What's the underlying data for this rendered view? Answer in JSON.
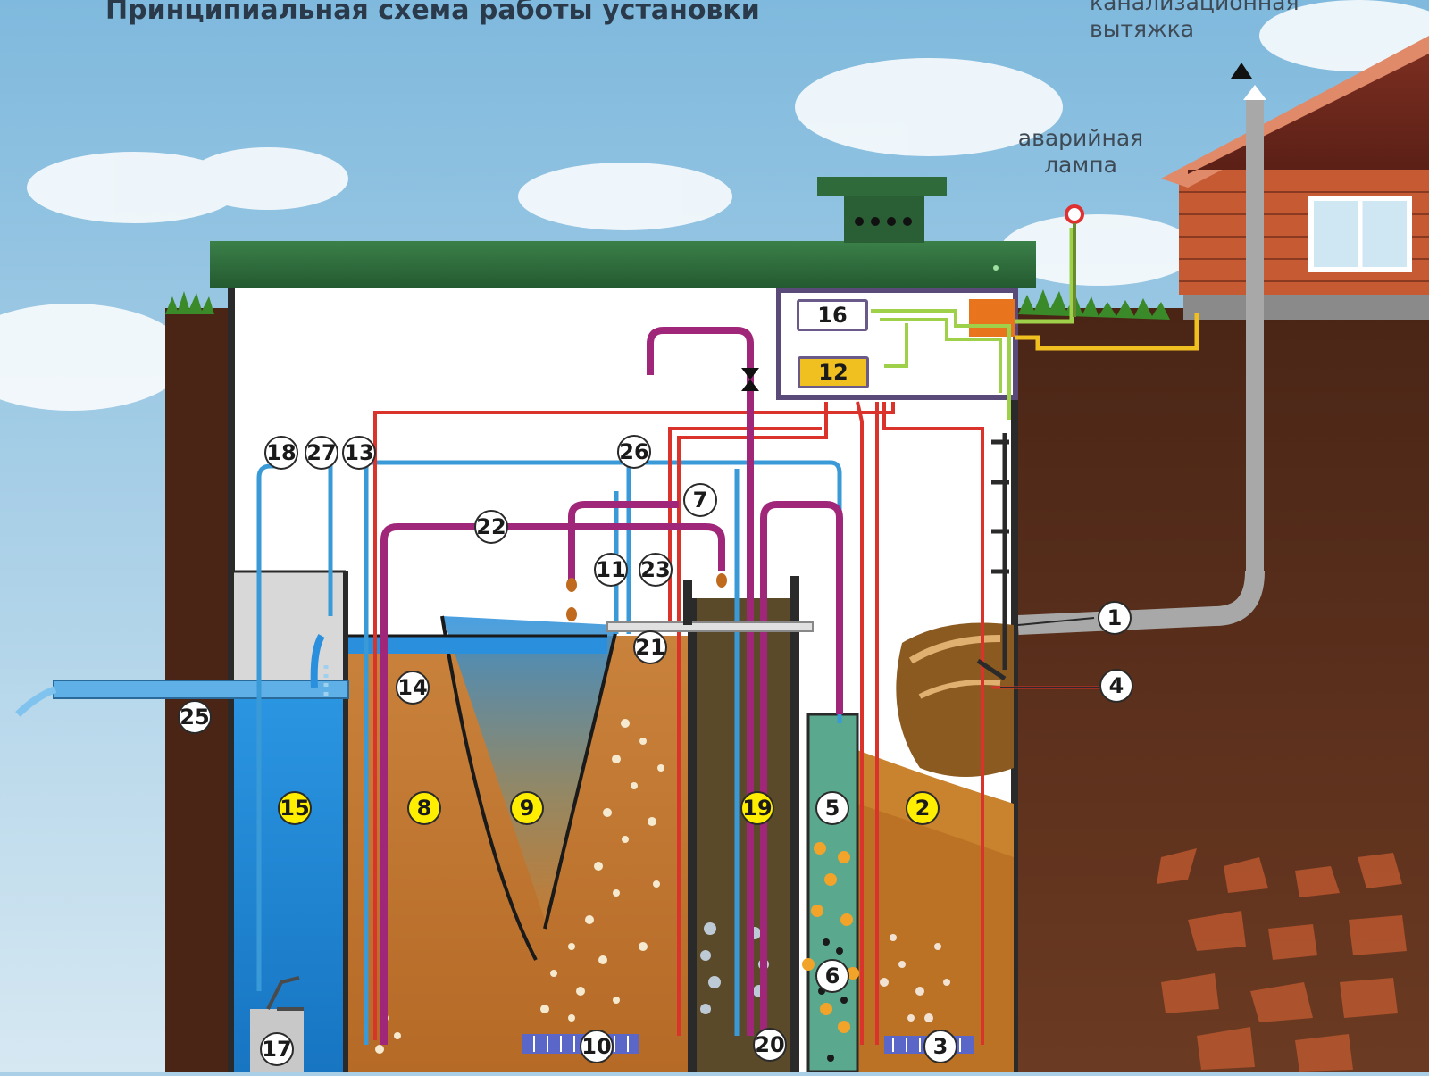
{
  "title": "Принципиальная схема работы установки",
  "labels": {
    "vent": "канализационная\nвытяжка",
    "alarm_lamp": "аварийная\nлампа"
  },
  "markers": [
    {
      "id": "1",
      "style": "white"
    },
    {
      "id": "2",
      "style": "yellow"
    },
    {
      "id": "3",
      "style": "white"
    },
    {
      "id": "4",
      "style": "white"
    },
    {
      "id": "5",
      "style": "white"
    },
    {
      "id": "6",
      "style": "white"
    },
    {
      "id": "7",
      "style": "white"
    },
    {
      "id": "8",
      "style": "yellow"
    },
    {
      "id": "9",
      "style": "yellow"
    },
    {
      "id": "10",
      "style": "white"
    },
    {
      "id": "11",
      "style": "white"
    },
    {
      "id": "12",
      "style": "box"
    },
    {
      "id": "13",
      "style": "white"
    },
    {
      "id": "14",
      "style": "white"
    },
    {
      "id": "15",
      "style": "yellow"
    },
    {
      "id": "16",
      "style": "box"
    },
    {
      "id": "17",
      "style": "white"
    },
    {
      "id": "18",
      "style": "white"
    },
    {
      "id": "19",
      "style": "yellow"
    },
    {
      "id": "20",
      "style": "white"
    },
    {
      "id": "21",
      "style": "white"
    },
    {
      "id": "22",
      "style": "white"
    },
    {
      "id": "23",
      "style": "white"
    },
    {
      "id": "25",
      "style": "white"
    },
    {
      "id": "26",
      "style": "white"
    },
    {
      "id": "27",
      "style": "white"
    }
  ],
  "colors": {
    "sky": "#a9cfe6",
    "soil": "#5a2e1c",
    "lid": "#2e6a3a",
    "clean_water": "#1e88d8",
    "sludge": "#c87a32",
    "pipe_red": "#d9332b",
    "pipe_blue": "#3a9ad8",
    "pipe_purple": "#a0267a",
    "pipe_green": "#9fd04a",
    "pipe_yellow": "#f0c020",
    "brick": "#b34a2a"
  }
}
